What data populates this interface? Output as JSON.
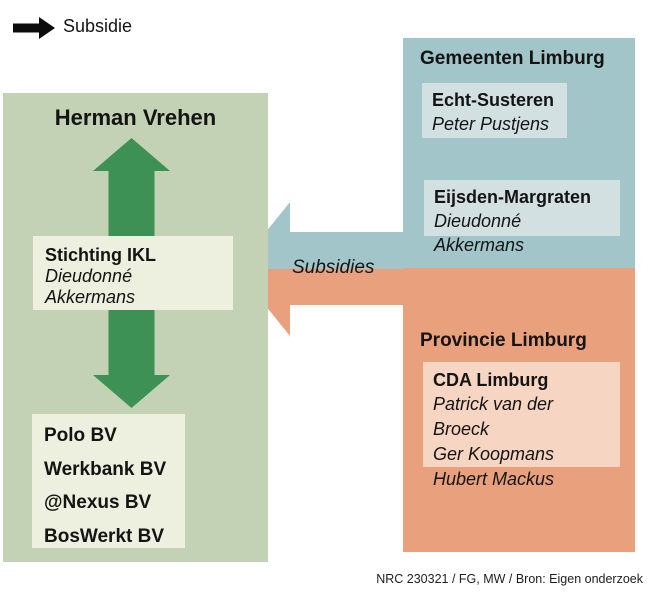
{
  "colors": {
    "arrow_black": "#0b0b0b",
    "arrow_green": "#3e9155",
    "panel_green": "#c3d1b4",
    "card_cream": "#edefdf",
    "panel_blue": "#a2c5c9",
    "card_light_blue": "#d2e0e2",
    "panel_orange": "#e9a07c",
    "card_light_orange": "#f6d5c2"
  },
  "legend": {
    "label": "Subsidie"
  },
  "herman": {
    "title": "Herman Vrehen",
    "stichting": {
      "name": "Stichting IKL",
      "person": "Dieudonné Akkermans"
    },
    "companies": [
      "Polo BV",
      "Werkbank BV",
      "@Nexus BV",
      "BosWerkt BV"
    ]
  },
  "gemeenten": {
    "title": "Gemeenten Limburg",
    "items": [
      {
        "name": "Echt-Susteren",
        "person": "Peter Pustjens"
      },
      {
        "name": "Eijsden-Margraten",
        "person": "Dieudonné Akkermans"
      }
    ]
  },
  "provincie": {
    "title": "Provincie Limburg",
    "party": {
      "name": "CDA Limburg",
      "members": [
        "Patrick van der Broeck",
        "Ger Koopmans",
        "Hubert Mackus"
      ]
    }
  },
  "flow": {
    "label": "Subsidies"
  },
  "footer": {
    "credit": "NRC 230321 / FG, MW / Bron: Eigen onderzoek"
  }
}
